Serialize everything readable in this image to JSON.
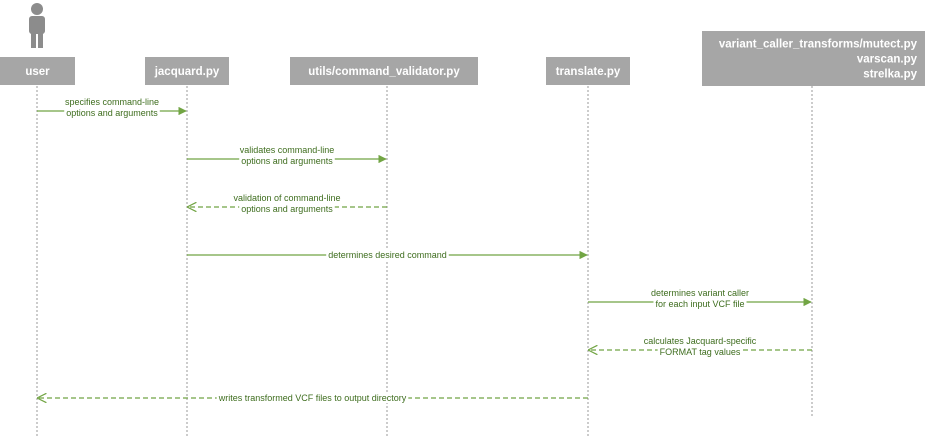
{
  "participants": [
    {
      "id": "user",
      "lines": [
        "user"
      ],
      "has_actor_icon": true
    },
    {
      "id": "jacquard",
      "lines": [
        "jacquard.py"
      ]
    },
    {
      "id": "validator",
      "lines": [
        "utils/command_validator.py"
      ]
    },
    {
      "id": "translate",
      "lines": [
        "translate.py"
      ]
    },
    {
      "id": "transforms",
      "lines": [
        "variant_caller_transforms/mutect.py",
        "varscan.py",
        "strelka.py"
      ]
    }
  ],
  "messages": [
    {
      "from": "user",
      "to": "jacquard",
      "style": "solid",
      "lines": [
        "specifies command-line",
        "options and arguments"
      ]
    },
    {
      "from": "jacquard",
      "to": "validator",
      "style": "solid",
      "lines": [
        "validates command-line",
        "options and arguments"
      ]
    },
    {
      "from": "validator",
      "to": "jacquard",
      "style": "dashed",
      "lines": [
        "validation of command-line",
        "options and arguments"
      ]
    },
    {
      "from": "jacquard",
      "to": "translate",
      "style": "solid",
      "lines": [
        "determines desired command"
      ]
    },
    {
      "from": "translate",
      "to": "transforms",
      "style": "solid",
      "lines": [
        "determines variant caller",
        "for each input VCF file"
      ]
    },
    {
      "from": "transforms",
      "to": "translate",
      "style": "dashed",
      "lines": [
        "calculates Jacquard-specific",
        "FORMAT tag values"
      ]
    },
    {
      "from": "translate",
      "to": "user",
      "style": "dashed",
      "lines": [
        "writes transformed VCF files to output directory"
      ]
    }
  ],
  "colors": {
    "header_fill": "#a6a6a6",
    "header_text": "#ffffff",
    "actor_icon": "#8c8c8c",
    "arrow": "#72a544",
    "message_text": "#3e6d1e",
    "lifeline": "#9a9a9a"
  }
}
